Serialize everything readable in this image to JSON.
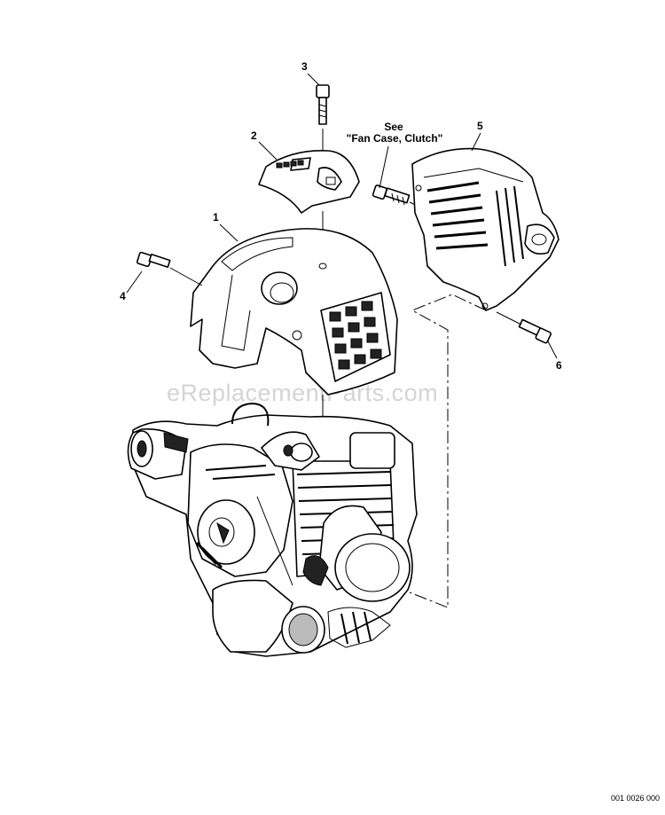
{
  "diagram": {
    "callouts": [
      {
        "id": "c1",
        "label": "1"
      },
      {
        "id": "c2",
        "label": "2"
      },
      {
        "id": "c3",
        "label": "3"
      },
      {
        "id": "c4",
        "label": "4"
      },
      {
        "id": "c5",
        "label": "5"
      },
      {
        "id": "c6",
        "label": "6"
      }
    ],
    "see_note": {
      "line1": "See",
      "line2": "\"Fan Case, Clutch\""
    },
    "watermark": "eReplacementParts.com",
    "figure_number": "001 0026 000",
    "parts": [
      {
        "callout": "1",
        "icon": "engine-cover"
      },
      {
        "callout": "2",
        "icon": "top-cover-cap"
      },
      {
        "callout": "3",
        "icon": "bolt"
      },
      {
        "callout": "4",
        "icon": "bolt"
      },
      {
        "callout": "5",
        "icon": "fan-case-cover"
      },
      {
        "callout": "6",
        "icon": "bolt"
      }
    ]
  }
}
